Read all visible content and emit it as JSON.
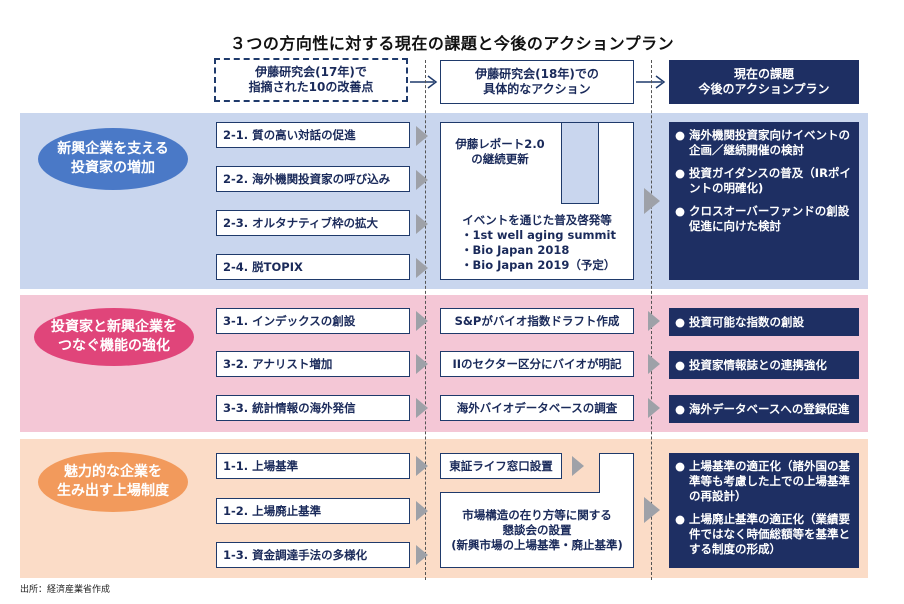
{
  "title": "３つの方向性に対する現在の課題と今後のアクションプラン",
  "headers": {
    "col1": "伊藤研究会(17年)で\n指摘された10の改善点",
    "col2": "伊藤研究会(18年)での\n具体的なアクション",
    "col3": "現在の課題\n今後のアクションプラン"
  },
  "sections": [
    {
      "label": "新興企業を支える\n投資家の増加",
      "color": "#4a79c7",
      "band_color": "#c9d6ee",
      "items": [
        "2-1. 質の高い対話の促進",
        "2-2. 海外機関投資家の呼び込み",
        "2-3. オルタナティブ枠の拡大",
        "2-4. 脱TOPIX"
      ],
      "actions": {
        "a1": "伊藤レポート2.0\nの継続更新",
        "a2_title": "イベントを通じた普及啓発等",
        "a2_bullets": [
          "・1st well aging summit",
          "・Bio Japan 2018",
          "・Bio Japan 2019（予定）"
        ]
      },
      "plans": [
        "海外機関投資家向けイベントの企画／継続開催の検討",
        "投資ガイダンスの普及（IRポイントの明確化)",
        "クロスオーバーファンドの創設促進に向けた検討"
      ]
    },
    {
      "label": "投資家と新興企業を\nつなぐ機能の強化",
      "color": "#e0457a",
      "band_color": "#f4c7d6",
      "items": [
        "3-1. インデックスの創設",
        "3-2. アナリスト増加",
        "3-3. 統計情報の海外発信"
      ],
      "actions": [
        "S&Pがバイオ指数ドラフト作成",
        "IIのセクター区分にバイオが明記",
        "海外バイオデータベースの調査"
      ],
      "plans": [
        "投資可能な指数の創設",
        "投資家情報誌との連携強化",
        "海外データベースへの登録促進"
      ]
    },
    {
      "label": "魅力的な企業を\n生み出す上場制度",
      "color": "#f29a5c",
      "band_color": "#fbdcc7",
      "items": [
        "1-1. 上場基準",
        "1-2. 上場廃止基準",
        "1-3. 資金調達手法の多様化"
      ],
      "actions": {
        "a1": "東証ライフ窓口設置",
        "a2": "市場構造の在り方等に関する\n懇談会の設置\n(新興市場の上場基準・廃止基準)"
      },
      "plans": [
        "上場基準の適正化（諸外国の基準等も考慮した上での上場基準の再設計）",
        "上場廃止基準の適正化（業績要件ではなく時価総額等を基準とする制度の形成）"
      ]
    }
  ],
  "bullet": "●",
  "source_note": "出所：経済産業省作成"
}
